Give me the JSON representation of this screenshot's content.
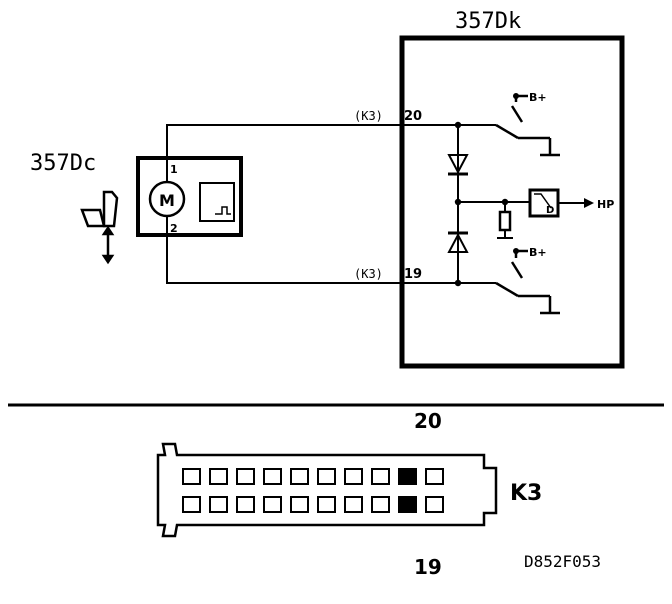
{
  "labels": {
    "control_unit": "357Dk",
    "seat_motor_unit": "357Dc",
    "motor_symbol": "M",
    "pin_1": "1",
    "pin_2": "2",
    "wire_top_connector": "(K3)",
    "wire_top_pin": "20",
    "wire_bottom_connector": "(K3)",
    "wire_bottom_pin": "19",
    "supply_top": "B+",
    "supply_bottom": "B+",
    "d_block": "D",
    "output": "HP",
    "connector_name": "K3",
    "connector_pin_top": "20",
    "connector_pin_bottom": "19",
    "figure_code": "D852F053"
  },
  "connector": {
    "rows": 2,
    "pins_per_row": 10,
    "highlighted": [
      {
        "row": 1,
        "position": 9,
        "pin": "20"
      },
      {
        "row": 2,
        "position": 9,
        "pin": "19"
      }
    ]
  }
}
